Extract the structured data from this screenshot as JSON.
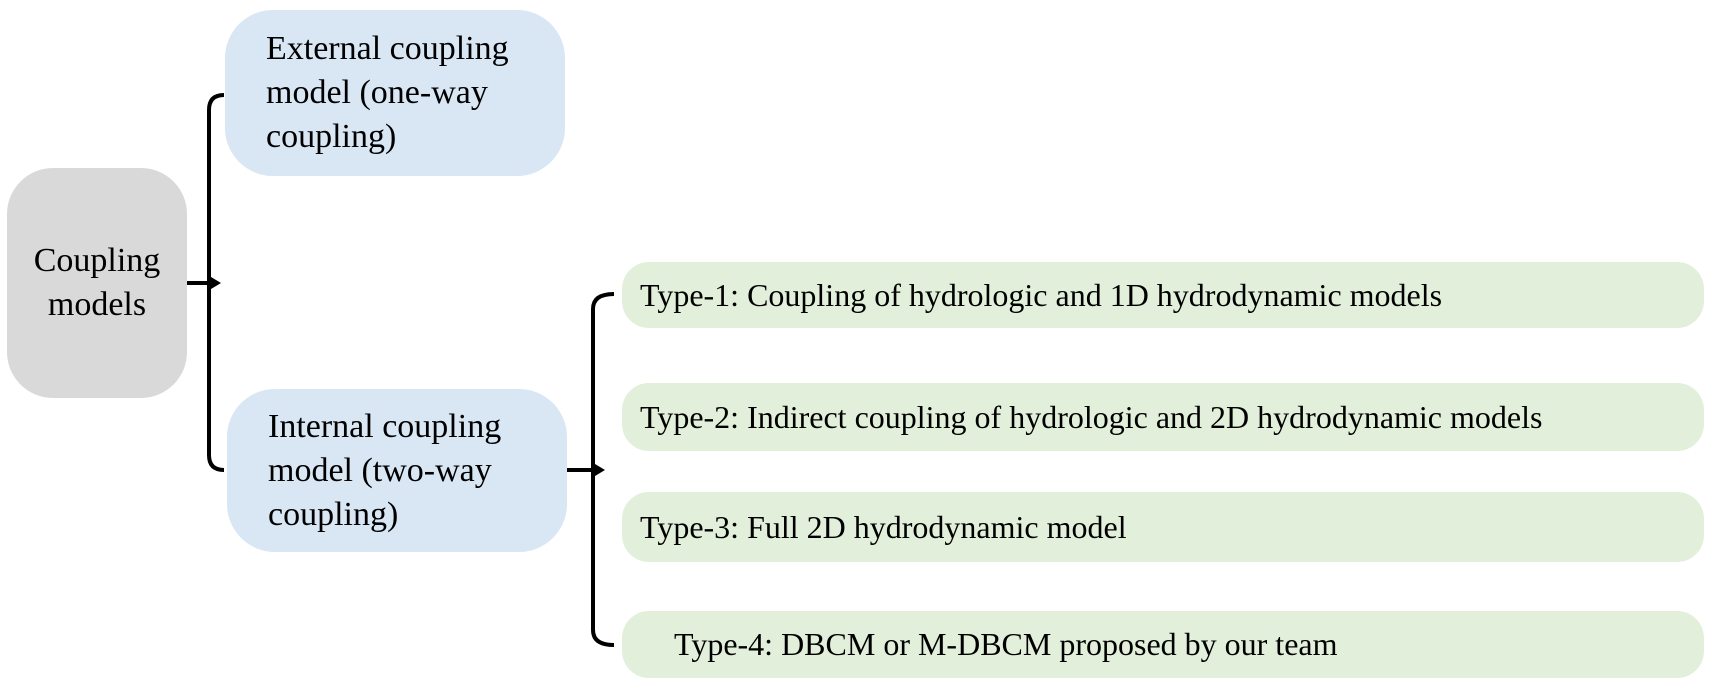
{
  "diagram": {
    "root": {
      "label": "Coupling models"
    },
    "branches": [
      {
        "label": "External coupling model (one-way coupling)"
      },
      {
        "label": "Internal coupling model (two-way coupling)"
      }
    ],
    "types": [
      {
        "label": "Type-1: Coupling of hydrologic and 1D hydrodynamic models"
      },
      {
        "label": "Type-2: Indirect coupling of hydrologic and 2D hydrodynamic models"
      },
      {
        "label": "Type-3: Full 2D hydrodynamic model"
      },
      {
        "label": "Type-4: DBCM or M-DBCM proposed by our team"
      }
    ]
  },
  "colors": {
    "root_fill": "#d9d9d9",
    "branch_fill": "#d9e6f4",
    "type_fill": "#e2efda",
    "connector": "#000000",
    "text": "#000000",
    "background": "#ffffff"
  }
}
